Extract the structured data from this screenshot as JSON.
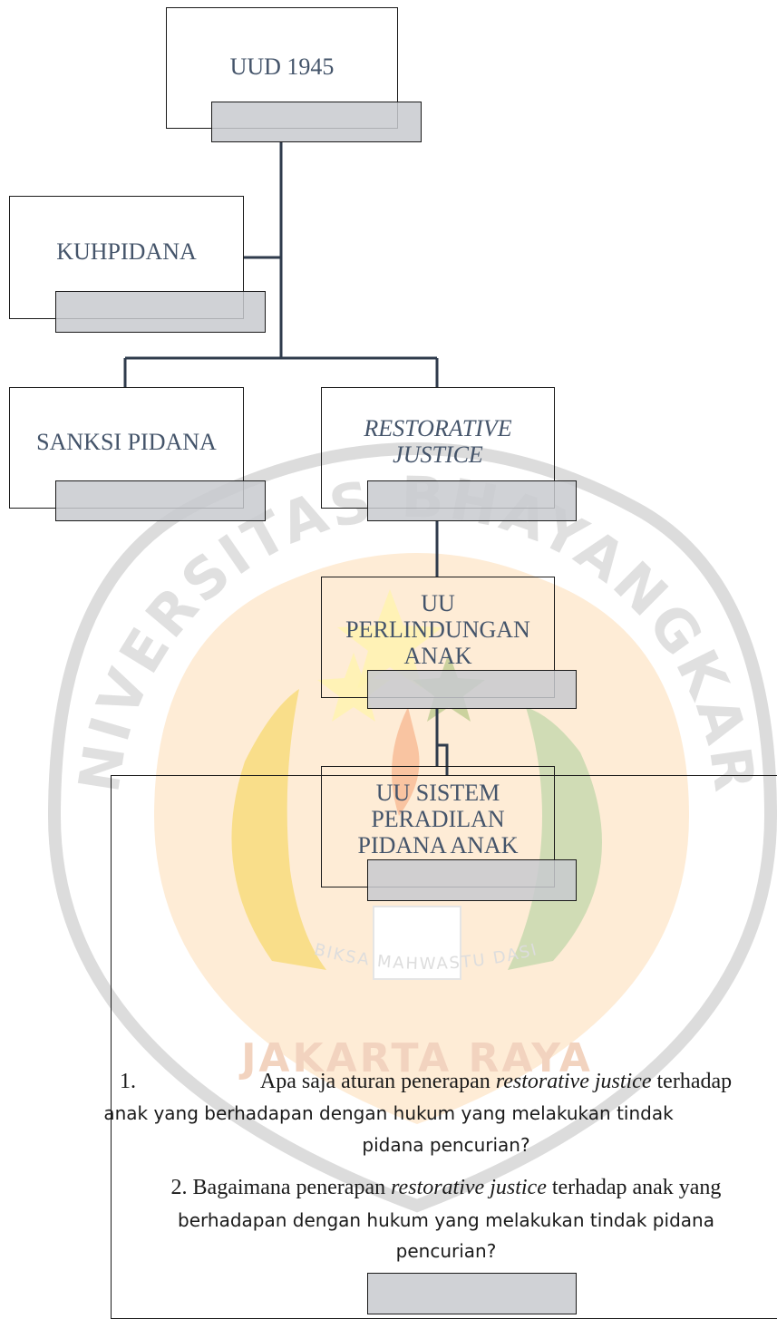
{
  "nodes": {
    "uud": "UUD 1945",
    "kuhp": "KUHPIDANA",
    "sanksi": "SANKSI PIDANA",
    "restorative": [
      "RESTORATIVE",
      "JUSTICE"
    ],
    "uupa": [
      "UU",
      "PERLINDUNGAN",
      "ANAK"
    ],
    "uusppa": [
      "UU SISTEM",
      "PERADILAN",
      "PIDANA ANAK"
    ]
  },
  "questions": {
    "q1_number": "1.",
    "q1_pre": "Apa saja aturan penerapan ",
    "q1_em": "restorative justice",
    "q1_post": " terhadap",
    "q1_line2": "anak yang berhadapan dengan hukum yang melakukan tindak",
    "q1_line3": "pidana pencurian?",
    "q2_pre": "2. Bagaimana penerapan ",
    "q2_em": "restorative justice",
    "q2_post": " terhadap anak yang",
    "q2_line2": "berhadapan dengan hukum yang melakukan tindak pidana",
    "q2_line3": "pencurian?"
  },
  "watermark": {
    "arc_text": "UNIVERSITAS BHAYANGKARA",
    "city_text": "JAKARTA RAYA",
    "motto_text": "BIKSA MAHWASTU DASI",
    "colors": {
      "shield": "#fde6c8",
      "star": "#fff3b0",
      "wheat": "#f7d96a",
      "ring": "#d9d9d9",
      "flame": "#f6b48a"
    }
  },
  "colors": {
    "line": "#2f3b4c",
    "tab": "#c8cacf",
    "label": "#44546a"
  }
}
